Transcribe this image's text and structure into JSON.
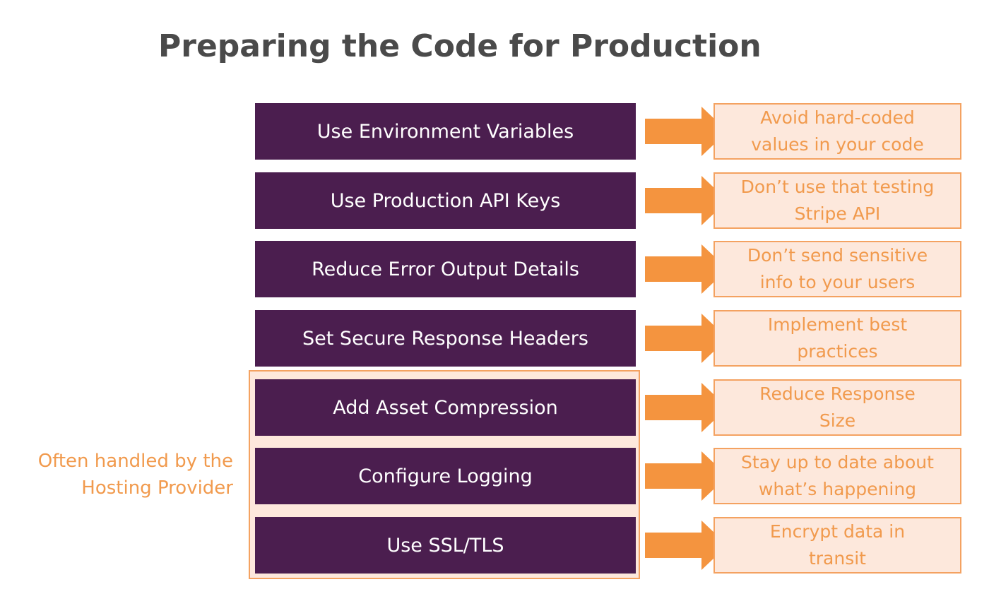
{
  "title": "Preparing the Code for Production",
  "group_label": {
    "line1": "Often handled by the",
    "line2": "Hosting Provider"
  },
  "steps": [
    {
      "label": "Use Environment Variables",
      "note_line1": "Avoid hard-coded",
      "note_line2": "values in your code"
    },
    {
      "label": "Use Production API Keys",
      "note_line1": "Don’t use that testing",
      "note_line2": "Stripe API"
    },
    {
      "label": "Reduce Error Output Details",
      "note_line1": "Don’t send sensitive",
      "note_line2": "info to your users"
    },
    {
      "label": "Set Secure Response Headers",
      "note_line1": "Implement best",
      "note_line2": "practices"
    },
    {
      "label": "Add Asset Compression",
      "note_line1": "Reduce Response",
      "note_line2": "Size"
    },
    {
      "label": "Configure Logging",
      "note_line1": "Stay up to date about",
      "note_line2": "what’s happening"
    },
    {
      "label": "Use SSL/TLS",
      "note_line1": "Encrypt data in",
      "note_line2": "transit"
    }
  ],
  "colors": {
    "step_fill": "#4b1e4f",
    "step_text": "#ffffff",
    "accent": "#f19a4d",
    "note_fill": "#fde8dc",
    "arrow": "#f4943f",
    "title": "#4a4a4a"
  }
}
